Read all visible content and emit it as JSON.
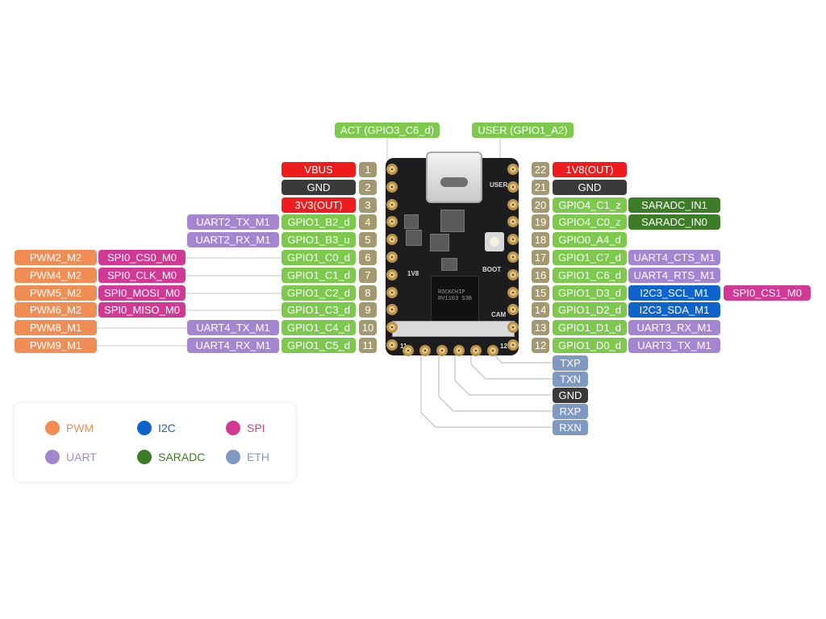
{
  "colors": {
    "power": "#ee1c1c",
    "ground": "#3a3a3a",
    "pin": "#a3996f",
    "gpio": "#7cc94d",
    "pwm": "#ef8d55",
    "spi": "#d03a95",
    "uart": "#a486d0",
    "i2c": "#0f63cc",
    "saradc": "#3e7d27",
    "eth": "#7e9ac3",
    "board": "#1d1d1f"
  },
  "top_labels": {
    "act": "ACT (GPIO3_C6_d)",
    "user": "USER (GPIO1_A2)"
  },
  "left_pins": [
    {
      "num": "1",
      "pin": "VBUS",
      "pin_type": "power",
      "func1": "",
      "func1_type": "",
      "func2": "",
      "func2_type": "",
      "func3": "",
      "func3_type": ""
    },
    {
      "num": "2",
      "pin": "GND",
      "pin_type": "ground",
      "func1": "",
      "func1_type": "",
      "func2": "",
      "func2_type": "",
      "func3": "",
      "func3_type": ""
    },
    {
      "num": "3",
      "pin": "3V3(OUT)",
      "pin_type": "power",
      "func1": "",
      "func1_type": "",
      "func2": "",
      "func2_type": "",
      "func3": "",
      "func3_type": ""
    },
    {
      "num": "4",
      "pin": "GPIO1_B2_d",
      "pin_type": "gpio",
      "func1": "UART2_TX_M1",
      "func1_type": "uart",
      "func2": "",
      "func2_type": "",
      "func3": "",
      "func3_type": ""
    },
    {
      "num": "5",
      "pin": "GPIO1_B3_u",
      "pin_type": "gpio",
      "func1": "UART2_RX_M1",
      "func1_type": "uart",
      "func2": "",
      "func2_type": "",
      "func3": "",
      "func3_type": ""
    },
    {
      "num": "6",
      "pin": "GPIO1_C0_d",
      "pin_type": "gpio",
      "func1": "",
      "func1_type": "",
      "func2": "SPI0_CS0_M0",
      "func2_type": "spi",
      "func3": "PWM2_M2",
      "func3_type": "pwm"
    },
    {
      "num": "7",
      "pin": "GPIO1_C1_d",
      "pin_type": "gpio",
      "func1": "",
      "func1_type": "",
      "func2": "SPI0_CLK_M0",
      "func2_type": "spi",
      "func3": "PWM4_M2",
      "func3_type": "pwm"
    },
    {
      "num": "8",
      "pin": "GPIO1_C2_d",
      "pin_type": "gpio",
      "func1": "",
      "func1_type": "",
      "func2": "SPI0_MOSI_M0",
      "func2_type": "spi",
      "func3": "PWM5_M2",
      "func3_type": "pwm"
    },
    {
      "num": "9",
      "pin": "GPIO1_C3_d",
      "pin_type": "gpio",
      "func1": "",
      "func1_type": "",
      "func2": "SPI0_MISO_M0",
      "func2_type": "spi",
      "func3": "PWM6_M2",
      "func3_type": "pwm"
    },
    {
      "num": "10",
      "pin": "GPIO1_C4_d",
      "pin_type": "gpio",
      "func1": "UART4_TX_M1",
      "func1_type": "uart",
      "func2": "",
      "func2_type": "",
      "func3": "PWM8_M1",
      "func3_type": "pwm"
    },
    {
      "num": "11",
      "pin": "GPIO1_C5_d",
      "pin_type": "gpio",
      "func1": "UART4_RX_M1",
      "func1_type": "uart",
      "func2": "",
      "func2_type": "",
      "func3": "PWM9_M1",
      "func3_type": "pwm"
    }
  ],
  "right_pins": [
    {
      "num": "22",
      "pin": "1V8(OUT)",
      "pin_type": "power",
      "func1": "",
      "func1_type": "",
      "func2": "",
      "func2_type": ""
    },
    {
      "num": "21",
      "pin": "GND",
      "pin_type": "ground",
      "func1": "",
      "func1_type": "",
      "func2": "",
      "func2_type": ""
    },
    {
      "num": "20",
      "pin": "GPIO4_C1_z",
      "pin_type": "gpio",
      "func1": "SARADC_IN1",
      "func1_type": "saradc",
      "func2": "",
      "func2_type": ""
    },
    {
      "num": "19",
      "pin": "GPIO4_C0_z",
      "pin_type": "gpio",
      "func1": "SARADC_IN0",
      "func1_type": "saradc",
      "func2": "",
      "func2_type": ""
    },
    {
      "num": "18",
      "pin": "GPIO0_A4_d",
      "pin_type": "gpio",
      "func1": "",
      "func1_type": "",
      "func2": "",
      "func2_type": ""
    },
    {
      "num": "17",
      "pin": "GPIO1_C7_d",
      "pin_type": "gpio",
      "func1": "UART4_CTS_M1",
      "func1_type": "uart",
      "func2": "",
      "func2_type": ""
    },
    {
      "num": "16",
      "pin": "GPIO1_C6_d",
      "pin_type": "gpio",
      "func1": "UART4_RTS_M1",
      "func1_type": "uart",
      "func2": "",
      "func2_type": ""
    },
    {
      "num": "15",
      "pin": "GPIO1_D3_d",
      "pin_type": "gpio",
      "func1": "I2C3_SCL_M1",
      "func1_type": "i2c",
      "func2": "SPI0_CS1_M0",
      "func2_type": "spi"
    },
    {
      "num": "14",
      "pin": "GPIO1_D2_d",
      "pin_type": "gpio",
      "func1": "I2C3_SDA_M1",
      "func1_type": "i2c",
      "func2": "",
      "func2_type": ""
    },
    {
      "num": "13",
      "pin": "GPIO1_D1_d",
      "pin_type": "gpio",
      "func1": "UART3_RX_M1",
      "func1_type": "uart",
      "func2": "",
      "func2_type": ""
    },
    {
      "num": "12",
      "pin": "GPIO1_D0_d",
      "pin_type": "gpio",
      "func1": "UART3_TX_M1",
      "func1_type": "uart",
      "func2": "",
      "func2_type": ""
    }
  ],
  "bottom_pins": [
    {
      "label": "TXP",
      "type": "eth"
    },
    {
      "label": "TXN",
      "type": "eth"
    },
    {
      "label": "GND",
      "type": "ground"
    },
    {
      "label": "RXP",
      "type": "eth"
    },
    {
      "label": "RXN",
      "type": "eth"
    }
  ],
  "board": {
    "silk_user": "USER",
    "silk_boot": "BOOT",
    "silk_cam": "CAM",
    "silk_1v8": "1V8",
    "silk_11": "11",
    "silk_12": "12",
    "chip_text": "ROCKCHIP RV1103 S3B"
  },
  "legend": [
    {
      "label": "PWM",
      "type": "pwm"
    },
    {
      "label": "I2C",
      "type": "i2c"
    },
    {
      "label": "SPI",
      "type": "spi"
    },
    {
      "label": "UART",
      "type": "uart"
    },
    {
      "label": "SARADC",
      "type": "saradc"
    },
    {
      "label": "ETH",
      "type": "eth"
    }
  ]
}
